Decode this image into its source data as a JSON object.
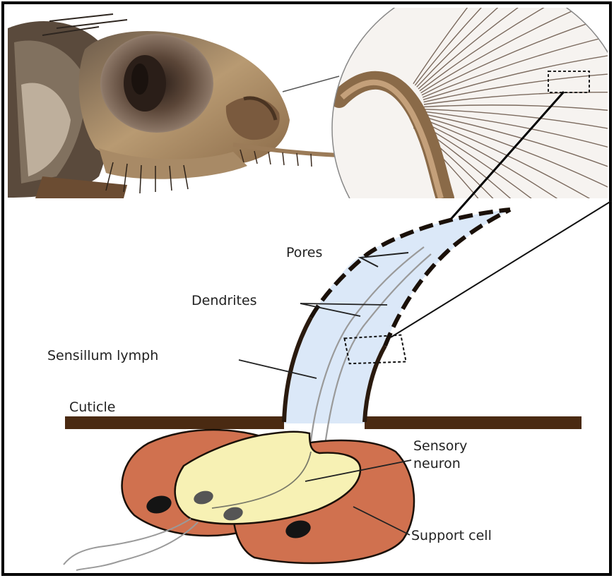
{
  "labels": {
    "pores": "Pores",
    "dendrites": "Dendrites",
    "sensillum_lymph": "Sensillum lymph",
    "cuticle": "Cuticle",
    "sensory_neuron_line1": "Sensory",
    "sensory_neuron_line2": "neuron",
    "support_cell": "Support cell"
  },
  "colors": {
    "frame": "#000000",
    "cuticle": "#4a2a12",
    "lymph": "#dbe8f8",
    "support_cell": "#d0714f",
    "neuron": "#f7f1b4",
    "nucleus_dark": "#141414",
    "nucleus_grey": "#555555",
    "eye": "#4e3a30",
    "leader_line": "#222222"
  }
}
